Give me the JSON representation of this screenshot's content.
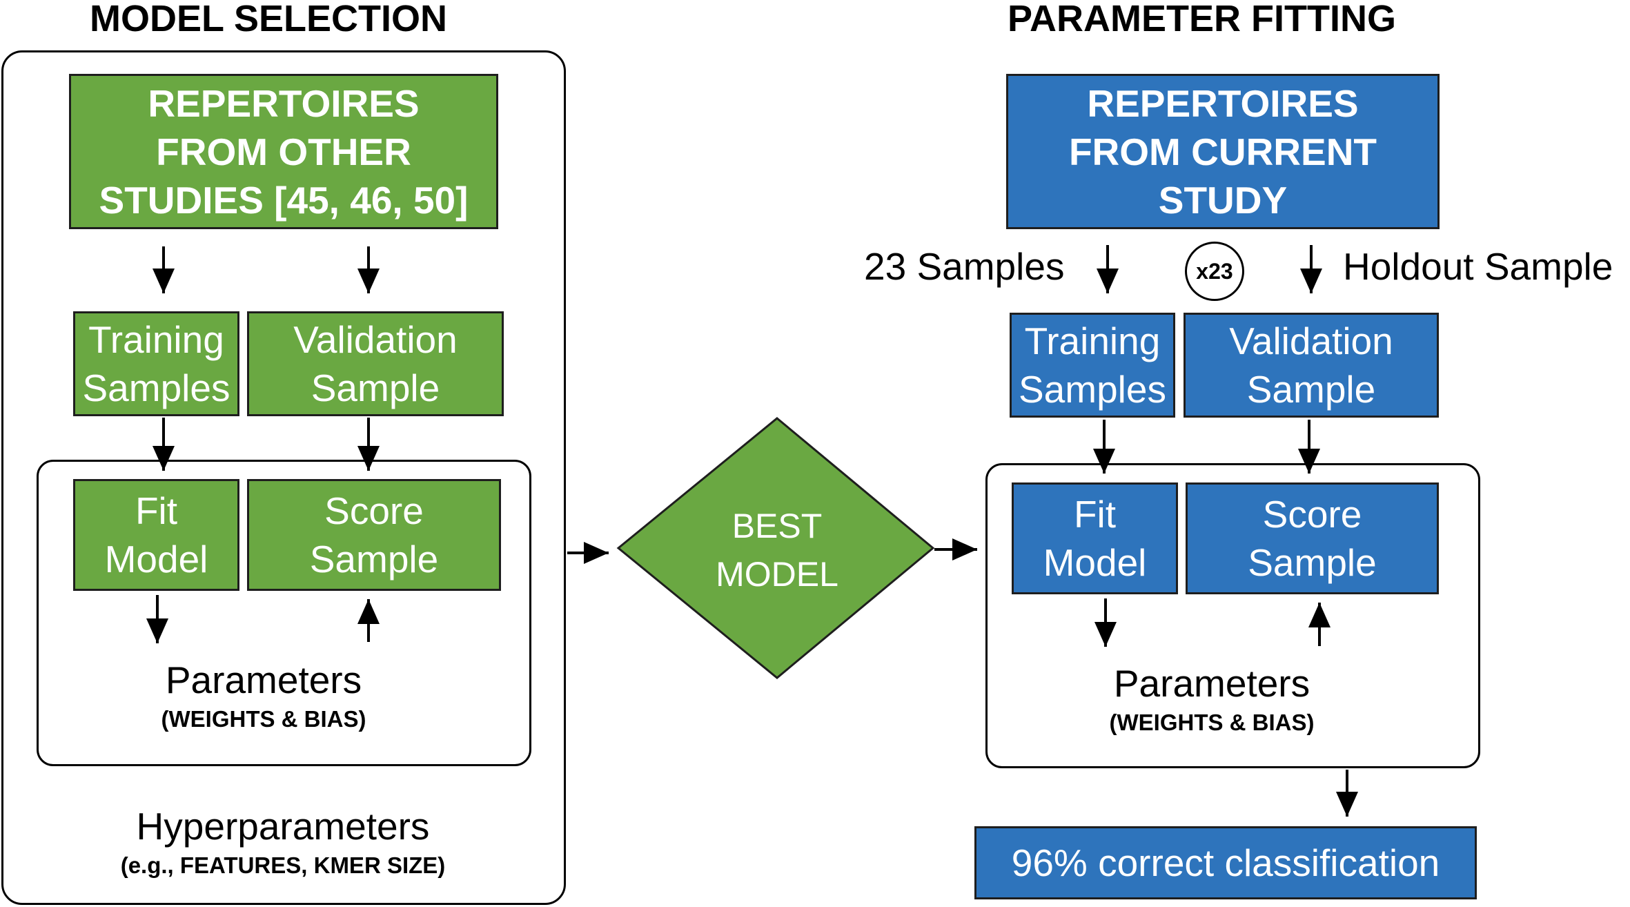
{
  "model_selection": {
    "title": "MODEL SELECTION",
    "source": "REPERTOIRES\nFROM OTHER\nSTUDIES [45, 46, 50]",
    "training": "Training\nSamples",
    "validation": "Validation\nSample",
    "fit": "Fit\nModel",
    "score": "Score\nSample",
    "parameters": "Parameters",
    "parameters_note": "(WEIGHTS & BIAS)",
    "hyperparameters": "Hyperparameters",
    "hyperparameters_note": "(e.g., FEATURES, KMER SIZE)"
  },
  "best_model": "BEST\nMODEL",
  "parameter_fitting": {
    "title": "PARAMETER FITTING",
    "source": "REPERTOIRES\nFROM CURRENT\nSTUDY",
    "left_label": "23 Samples",
    "repeat": "x23",
    "right_label": "Holdout Sample",
    "training": "Training\nSamples",
    "validation": "Validation\nSample",
    "fit": "Fit\nModel",
    "score": "Score\nSample",
    "parameters": "Parameters",
    "parameters_note": "(WEIGHTS & BIAS)",
    "result": "96% correct classification"
  },
  "colors": {
    "green": "#6aa842",
    "blue": "#2e74bc",
    "arrow": "#000000"
  }
}
